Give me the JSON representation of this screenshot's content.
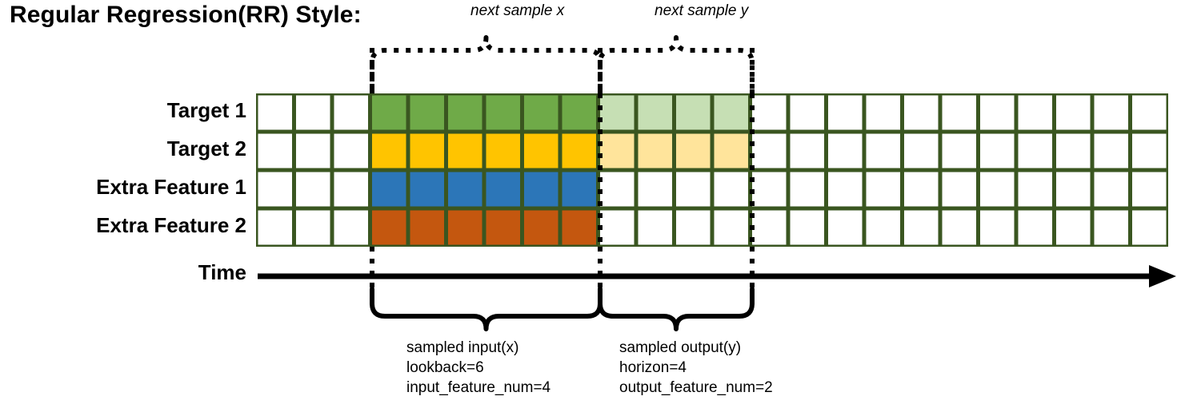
{
  "title": "Regular Regression(RR) Style:",
  "rows": [
    {
      "label": "Target 1",
      "kind": "target",
      "color": "#6faa48",
      "light": "#c6dfb4"
    },
    {
      "label": "Target 2",
      "kind": "target",
      "color": "#ffc400",
      "light": "#ffe49b"
    },
    {
      "label": "Extra Feature 1",
      "kind": "feature",
      "color": "#2c76b8",
      "light": null
    },
    {
      "label": "Extra Feature 2",
      "kind": "feature",
      "color": "#c4570f",
      "light": null
    }
  ],
  "axis": {
    "label": "Time"
  },
  "grid": {
    "total_columns": 24,
    "leading_blank_columns": 3,
    "input_columns": 6,
    "output_columns": 4,
    "trailing_blank_columns": 11,
    "border_color": "#3a5620"
  },
  "top_annotations": [
    {
      "text": "next sample x",
      "name": "next-sample-x"
    },
    {
      "text": "next sample y",
      "name": "next-sample-y"
    }
  ],
  "bottom_annotations": [
    {
      "name": "sampled-input",
      "lines": [
        "sampled input(x)",
        "lookback=6",
        "input_feature_num=4"
      ]
    },
    {
      "name": "sampled-output",
      "lines": [
        "sampled output(y)",
        "horizon=4",
        "output_feature_num=2"
      ]
    }
  ]
}
